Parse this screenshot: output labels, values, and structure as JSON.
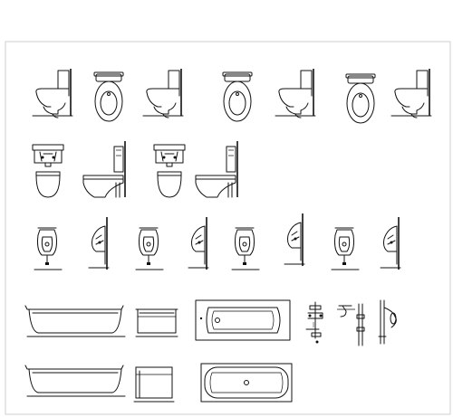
{
  "sheet": {
    "colors": {
      "line": "#111111",
      "frame": "#cfcfcf",
      "background": "#ffffff"
    },
    "groups": [
      {
        "id": "toilets-row",
        "icons": [
          "toilet-side-icon",
          "toilet-top-icon",
          "toilet-side-icon",
          "toilet-top-icon",
          "toilet-side-icon",
          "toilet-top-icon",
          "toilet-side-icon"
        ]
      },
      {
        "id": "wall-toilets-row",
        "icons": [
          "wall-hung-toilet-front-icon",
          "wall-hung-toilet-side-icon",
          "wall-hung-toilet-front-icon",
          "wall-hung-toilet-side-icon"
        ]
      },
      {
        "id": "urinals-row",
        "icons": [
          "urinal-front-icon",
          "urinal-side-icon",
          "urinal-front-icon",
          "urinal-side-icon",
          "urinal-front-icon",
          "urinal-side-icon",
          "urinal-front-icon",
          "urinal-side-icon"
        ]
      },
      {
        "id": "bathtubs-row-1",
        "icons": [
          "bathtub-front-icon",
          "bathtub-side-icon",
          "bathtub-top-icon",
          "tub-faucet-icon",
          "shower-head-icon",
          "shower-rail-icon"
        ]
      },
      {
        "id": "bathtubs-row-2",
        "icons": [
          "bathtub-front-icon",
          "bathtub-side-icon",
          "bathtub-top-icon"
        ]
      }
    ]
  }
}
